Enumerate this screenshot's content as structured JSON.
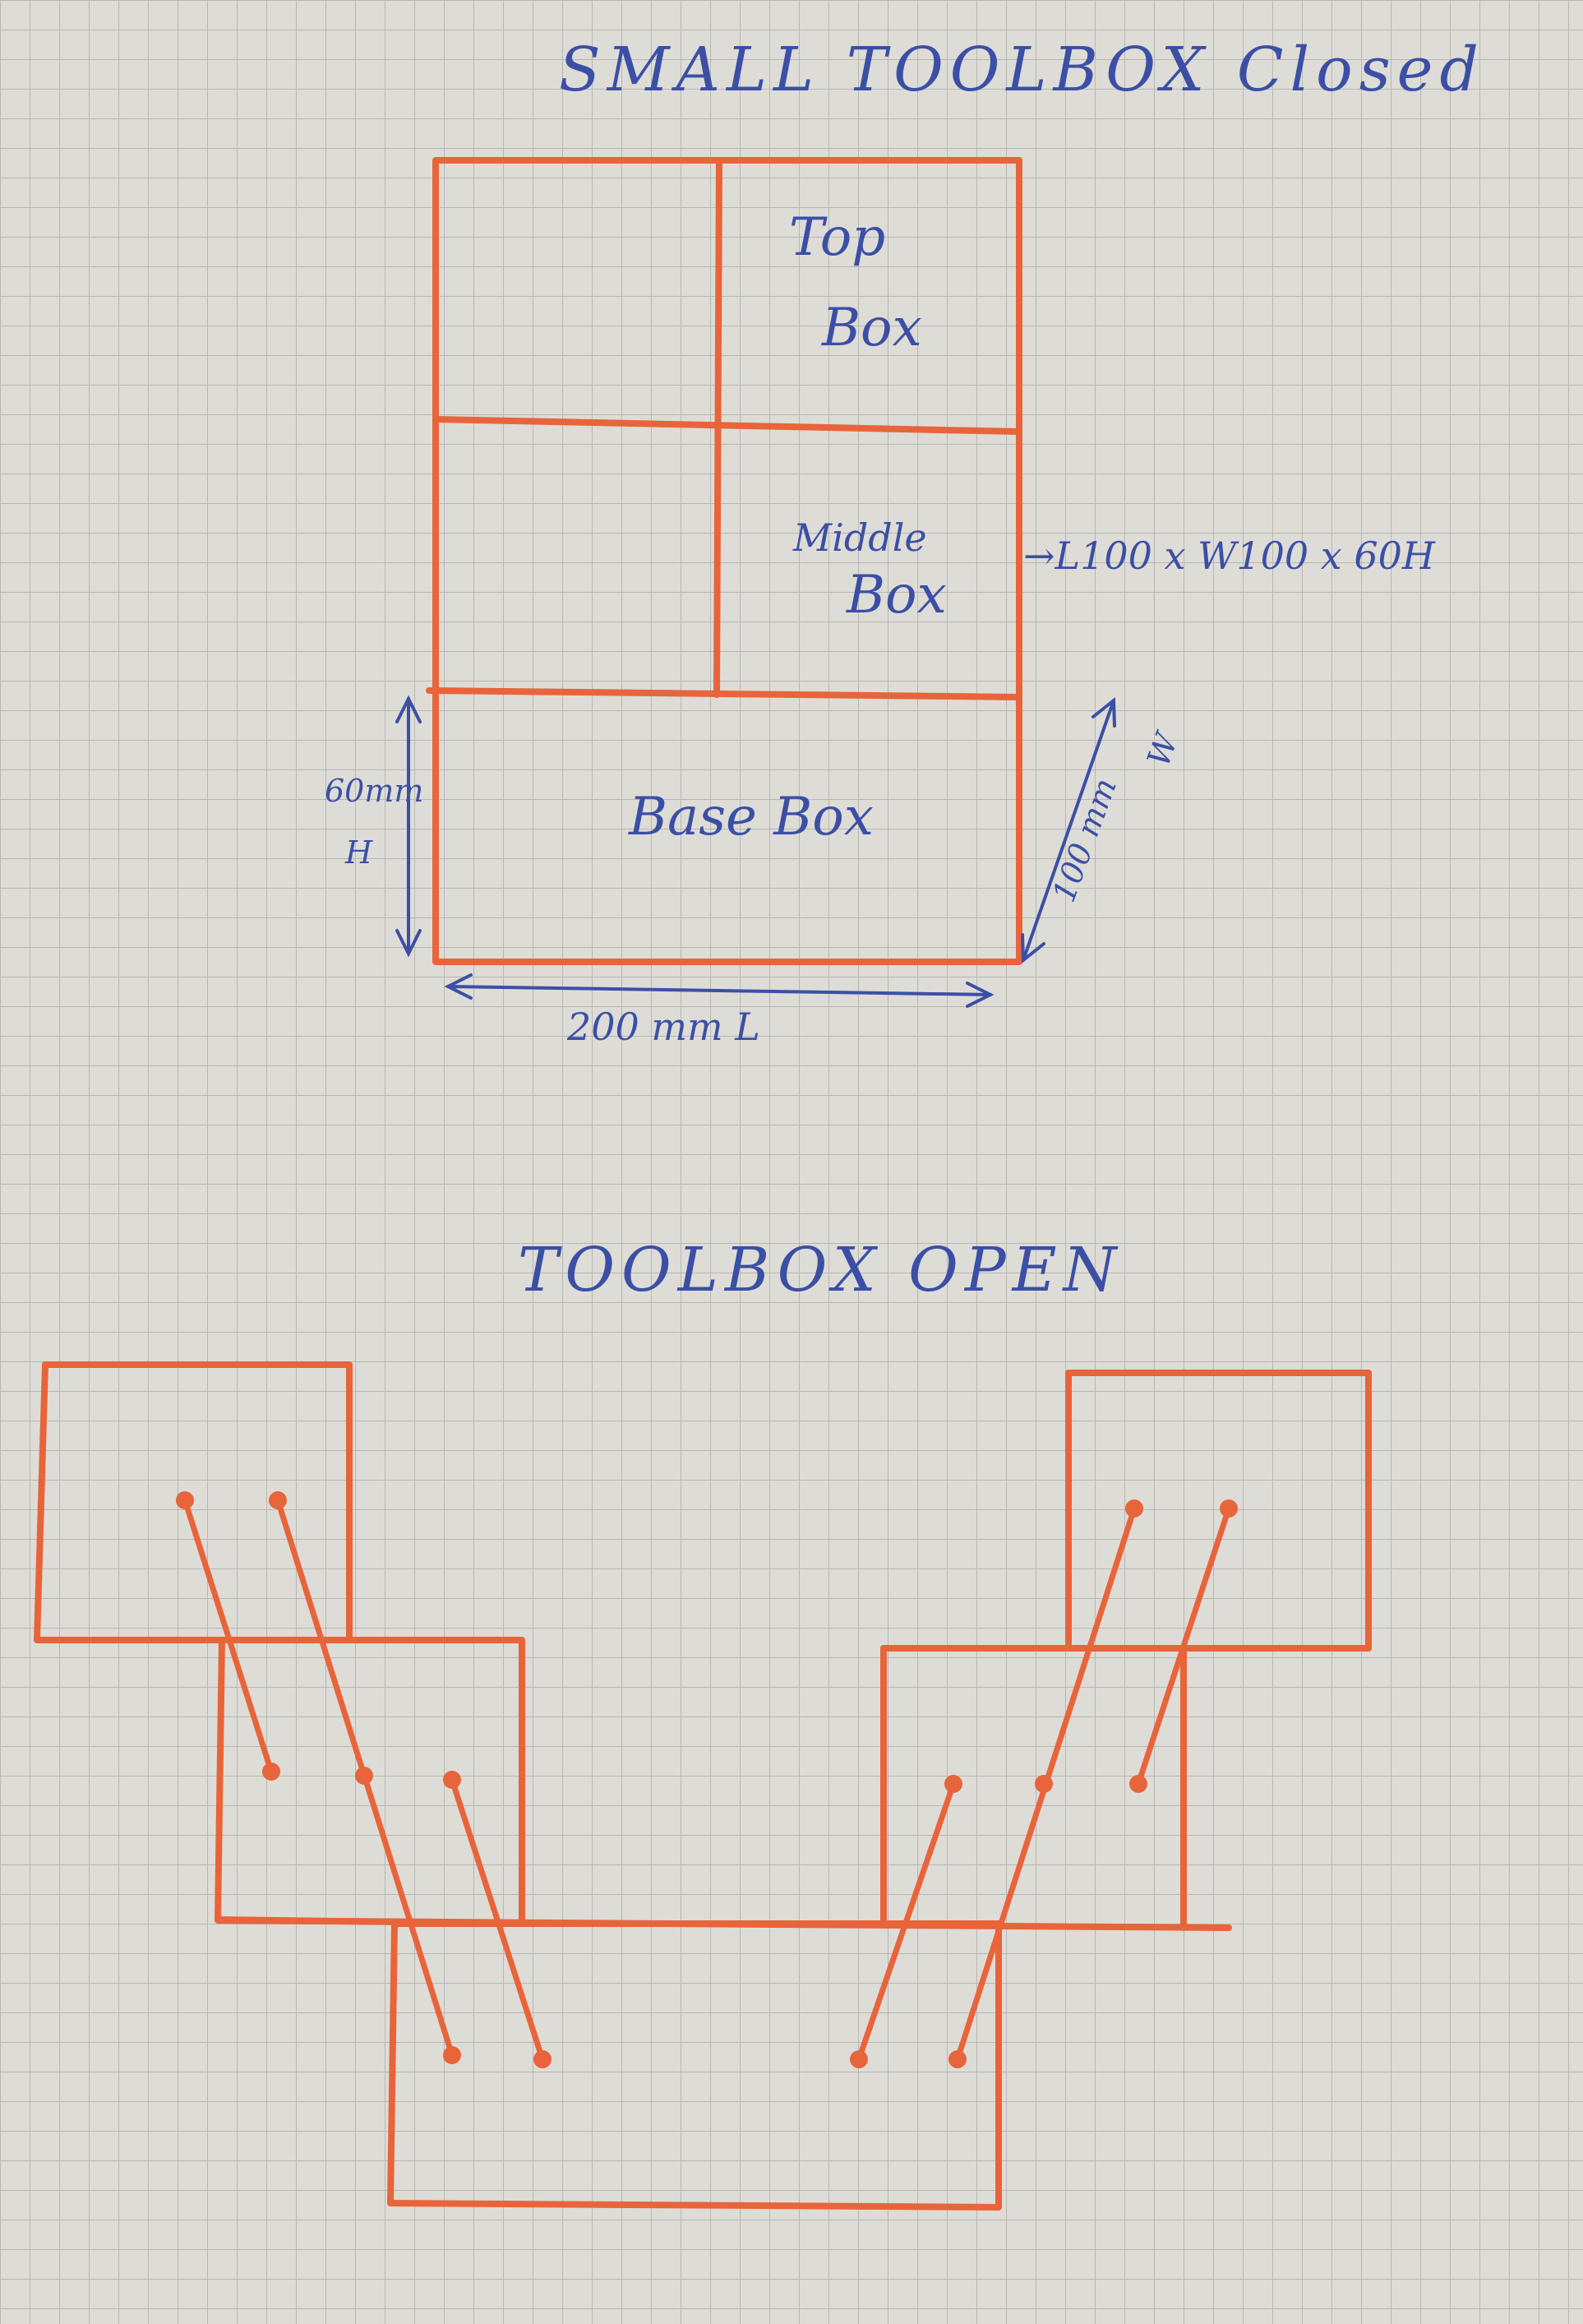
{
  "closed_view": {
    "title": "SMALL TOOLBOX Closed",
    "top_box_label_line1": "Top",
    "top_box_label_line2": "Box",
    "middle_box_label_line1": "Middle",
    "middle_box_label_line2": "Box",
    "base_box_label": "Base Box",
    "middle_box_dimensions": "→L100 x W100 x 60H",
    "height_dimension_line1": "60mm",
    "height_dimension_line2": "H",
    "length_dimension": "200 mm L",
    "width_dimension_line1": "100 mm",
    "width_dimension_line2": "W"
  },
  "open_view": {
    "title": "TOOLBOX OPEN"
  },
  "colors": {
    "paper": "#dedcd6",
    "grid": "#b9b7b2",
    "box_outline": "#e8643a",
    "pen_ink": "#3b4fa6"
  }
}
